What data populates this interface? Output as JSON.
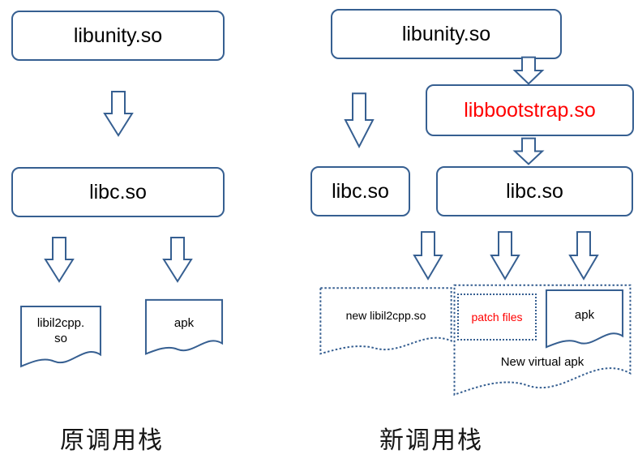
{
  "colors": {
    "accent": "#365f91",
    "red": "#ff0000"
  },
  "left": {
    "libunity": "libunity.so",
    "libc": "libc.so",
    "libil2cpp": "libil2cpp.so",
    "apk": "apk",
    "caption": "原调用栈"
  },
  "right": {
    "libunity": "libunity.so",
    "libbootstrap": "libbootstrap.so",
    "libc_left": "libc.so",
    "libc_right": "libc.so",
    "new_libil2cpp": "new libil2cpp.so",
    "patch_files": "patch files",
    "apk": "apk",
    "virtual_apk_label": "New virtual apk",
    "caption": "新调用栈"
  }
}
